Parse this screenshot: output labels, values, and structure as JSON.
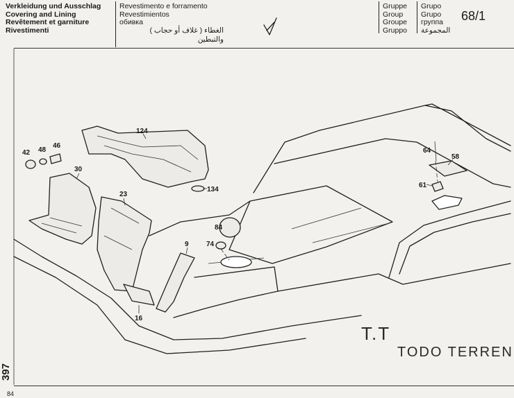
{
  "header": {
    "left_lines": [
      "Verkleidung und Ausschlag",
      "Covering and Lining",
      "Revêtement et garniture",
      "Rivestimenti"
    ],
    "middle_lines": [
      "Revestimento e forramento",
      "Revestimientos",
      "обивка",
      "الغطاء ( غلاف أو حجاب )",
      "والتبطين"
    ],
    "group_labels": [
      "Gruppe",
      "Group",
      "Groupe",
      "Gruppo"
    ],
    "group_labels_2": [
      "Grupo",
      "Grupo",
      "группа",
      "المجموعة"
    ],
    "page_number": "68/1"
  },
  "diagram": {
    "callouts": [
      "124",
      "42",
      "48",
      "46",
      "30",
      "23",
      "134",
      "64",
      "58",
      "61",
      "84",
      "74",
      "9",
      "16"
    ]
  },
  "handwritten": {
    "line1": "T.T",
    "line2": "TODO TERREN"
  },
  "footer": {
    "side_code": "397",
    "bottom_number": "84"
  }
}
